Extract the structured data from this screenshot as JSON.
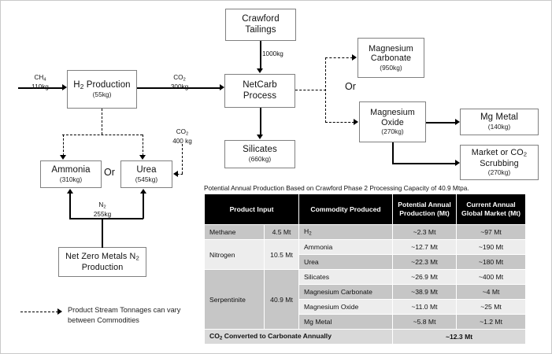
{
  "diagram": {
    "nodes": {
      "crawford_tailings": {
        "title": "Crawford Tailings"
      },
      "h2_production": {
        "title": "H₂ Production",
        "sub": "(55kg)"
      },
      "netcarb_process": {
        "title": "NetCarb Process"
      },
      "silicates": {
        "title": "Silicates",
        "sub": "(660kg)"
      },
      "ammonia": {
        "title": "Ammonia",
        "sub": "(310kg)"
      },
      "urea": {
        "title": "Urea",
        "sub": "(545kg)"
      },
      "net_zero_metals": {
        "title": "Net Zero Metals N₂ Production"
      },
      "magnesium_carbonate": {
        "title": "Magnesium Carbonate",
        "sub": "(950kg)"
      },
      "magnesium_oxide": {
        "title": "Magnesium Oxide",
        "sub": "(270kg)"
      },
      "mg_metal": {
        "title": "Mg Metal",
        "sub": "(140kg)"
      },
      "market_co2_scrubbing": {
        "title": "Market or CO₂ Scrubbing",
        "sub": "(270kg)"
      }
    },
    "flow_labels": {
      "ch4": {
        "line1": "CH₄",
        "line2": "110kg"
      },
      "co2_out": {
        "line1": "CO₂",
        "line2": "300kg"
      },
      "tailings": {
        "line1": "1000kg",
        "line2": ""
      },
      "co2_urea": {
        "line1": "CO₂",
        "line2": "400 kg"
      },
      "n2": {
        "line1": "N₂",
        "line2": "255kg"
      }
    },
    "or_labels": {
      "left": "Or",
      "right": "Or"
    },
    "legend": {
      "text": "Product Stream Tonnages can vary between Commodities"
    }
  },
  "table": {
    "caption": "Potential Annual Production Based on Crawford Phase 2 Processing Capacity of 40.9 Mtpa.",
    "headers": [
      "Product Input",
      "Commodity Produced",
      "Potential Annual Production (Mt)",
      "Current Annual Global Market (Mt)"
    ],
    "groups": [
      {
        "input": "Methane",
        "tonnage": "4.5 Mt",
        "shade": "dark",
        "rows": [
          {
            "commodity": "H₂",
            "potential": "~2.3 Mt",
            "market": "~97 Mt",
            "shade": "dark"
          }
        ]
      },
      {
        "input": "Nitrogen",
        "tonnage": "10.5 Mt",
        "shade": "light",
        "rows": [
          {
            "commodity": "Ammonia",
            "potential": "~12.7 Mt",
            "market": "~190 Mt",
            "shade": "light"
          },
          {
            "commodity": "Urea",
            "potential": "~22.3 Mt",
            "market": "~180 Mt",
            "shade": "dark"
          }
        ]
      },
      {
        "input": "Serpentinite",
        "tonnage": "40.9 Mt",
        "shade": "dark",
        "rows": [
          {
            "commodity": "Silicates",
            "potential": "~26.9 Mt",
            "market": "~400 Mt",
            "shade": "light"
          },
          {
            "commodity": "Magnesium Carbonate",
            "potential": "~38.9 Mt",
            "market": "~4 Mt",
            "shade": "dark"
          },
          {
            "commodity": "Magnesium Oxide",
            "potential": "~11.0 Mt",
            "market": "~25 Mt",
            "shade": "light"
          },
          {
            "commodity": "Mg Metal",
            "potential": "~5.8 Mt",
            "market": "~1.2 Mt",
            "shade": "dark"
          }
        ]
      }
    ],
    "total_row": {
      "label": "CO₂ Converted to Carbonate Annually",
      "value": "~12.3 Mt"
    }
  }
}
